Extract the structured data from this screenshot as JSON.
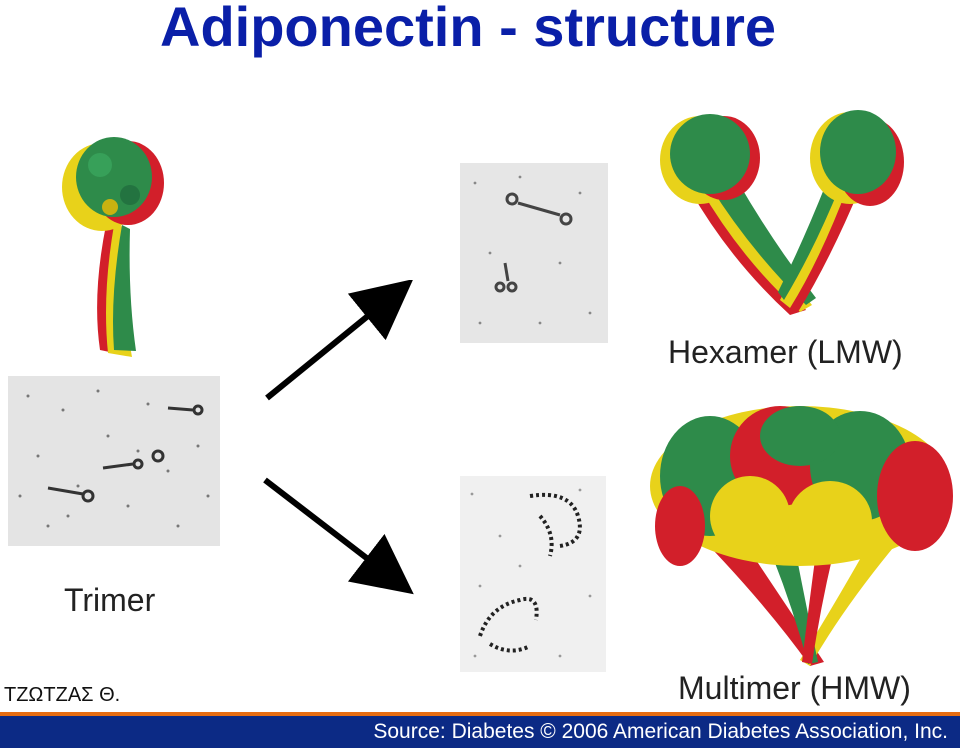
{
  "title": "Adiponectin - structure",
  "labels": {
    "trimer": "Trimer",
    "hexamer": "Hexamer (LMW)",
    "multimer": "Multimer (HMW)"
  },
  "author": "ΤΖΩΤΖΑΣ Θ.",
  "footer": {
    "source": "Source: Diabetes © 2006 American Diabetes Association, Inc."
  },
  "colors": {
    "title": "#0a1fa8",
    "footer_bar": "#0c2a85",
    "footer_accent": "#e86d10",
    "protein_green": "#2e8b4a",
    "protein_yellow": "#e8d21a",
    "protein_red": "#d21f2a"
  }
}
